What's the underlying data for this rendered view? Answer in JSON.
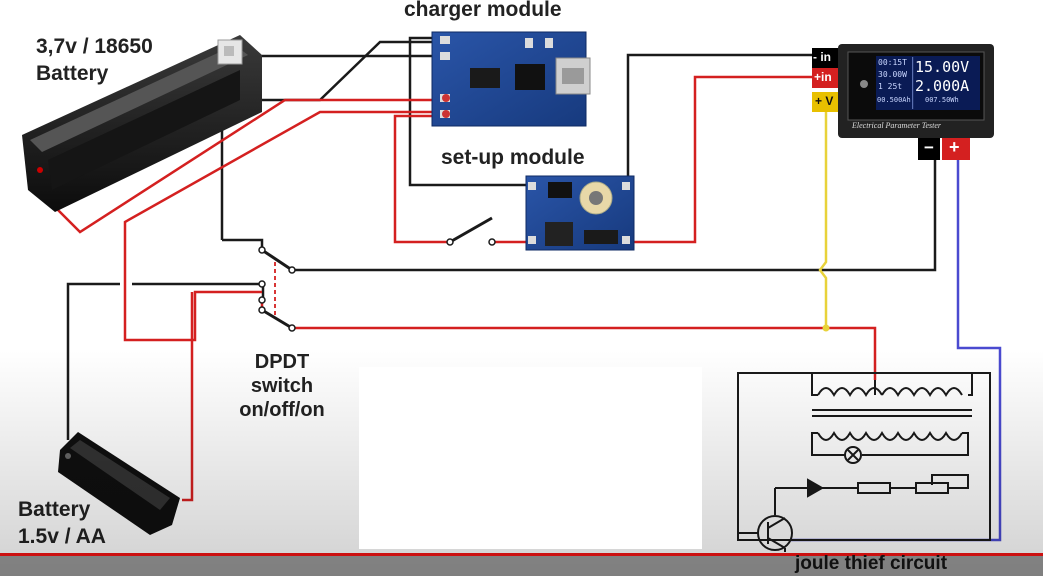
{
  "labels": {
    "charger_module": "charger module",
    "setup_module": "set-up module",
    "battery_18650_line1": "3,7v / 18650",
    "battery_18650_line2": "Battery",
    "dpdt_line1": "DPDT",
    "dpdt_line2": "switch",
    "dpdt_line3": "on/off/on",
    "battery_aa_line1": "Battery",
    "battery_aa_line2": "1.5v / AA",
    "joule_thief": "joule thief circuit"
  },
  "meter": {
    "title": "Electrical Parameter Tester",
    "time": "00:15T",
    "power": "30.00W",
    "count": "1  25t",
    "charge": "00.500Ah",
    "energy": "007.50Wh",
    "voltage": "15.00V",
    "current": "2.000A",
    "terminal_in_neg": "- in",
    "terminal_in_pos": "+in",
    "terminal_v": "+ V",
    "terminal_out_neg": "−",
    "terminal_out_pos": "+"
  },
  "colors": {
    "wire_black": "#1a1a1a",
    "wire_red": "#d42020",
    "wire_yellow": "#e8d23a",
    "wire_blue": "#4a4ad0",
    "module_blue": "#1c3f88"
  }
}
